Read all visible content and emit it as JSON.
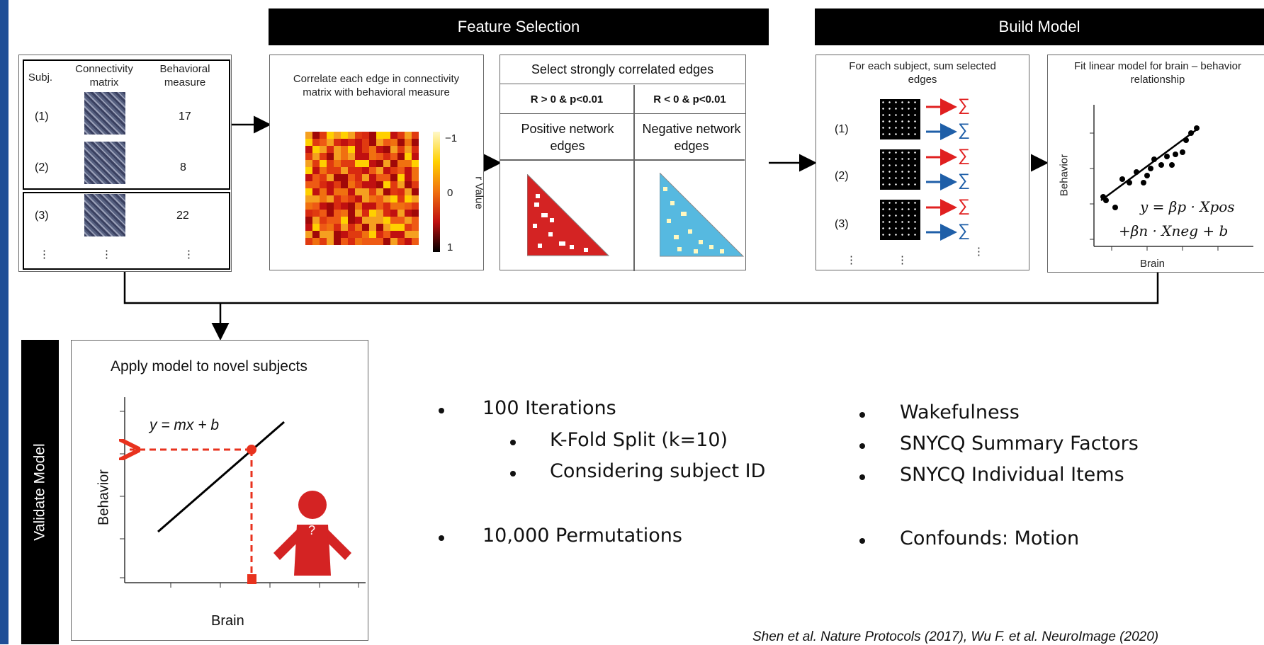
{
  "headers": {
    "feature_selection": "Feature Selection",
    "build_model": "Build Model",
    "validate_model": "Validate Model"
  },
  "subjects_table": {
    "col_subj": "Subj.",
    "col_conn": "Connectivity matrix",
    "col_behav": "Behavioral measure",
    "rows": [
      {
        "id": "(1)",
        "value": "17"
      },
      {
        "id": "(2)",
        "value": "8"
      },
      {
        "id": "(3)",
        "value": "22"
      }
    ],
    "ellipsis": "⋮"
  },
  "correlate_panel": {
    "text": "Correlate each edge in connectivity matrix with behavioral measure",
    "colorbar_top": "−1",
    "colorbar_mid": "0",
    "colorbar_bottom": "1",
    "colorbar_label": "r Value"
  },
  "select_panel": {
    "title": "Select strongly correlated edges",
    "pos_criteria": "R > 0 & p<0.01",
    "neg_criteria": "R < 0 & p<0.01",
    "pos_label": "Positive network edges",
    "neg_label": "Negative network edges"
  },
  "sum_panel": {
    "text": "For each subject, sum selected edges",
    "rows": [
      "(1)",
      "(2)",
      "(3)"
    ],
    "sigma": "∑",
    "ellipsis": "⋮"
  },
  "fit_panel": {
    "title": "Fit linear model for brain – behavior relationship",
    "ylabel": "Behavior",
    "xlabel": "Brain",
    "eq_line1": "y = βp · Xpos",
    "eq_line2": "+βn · Xneg + b"
  },
  "apply_panel": {
    "title": "Apply model to novel subjects",
    "equation": "y = mx + b",
    "ylabel": "Behavior",
    "xlabel": "Brain",
    "person_mark": "?"
  },
  "bullets_left": {
    "iterations": "100 Iterations",
    "kfold": "K-Fold Split (k=10)",
    "subject": "Considering subject ID",
    "permutations": "10,000 Permutations"
  },
  "bullets_right": {
    "wake": "Wakefulness",
    "factors": "SNYCQ Summary Factors",
    "items": "SNYCQ Individual Items",
    "confounds": "Confounds: Motion"
  },
  "citation": "Shen et al. Nature Protocols (2017), Wu F. et al. NeuroImage (2020)",
  "colors": {
    "brand": "#1f4e96",
    "positive": "#d42323",
    "negative": "#56b9e0",
    "arrow_red": "#e02020",
    "arrow_blue": "#1f5fa8",
    "point_red": "#e8321e"
  }
}
